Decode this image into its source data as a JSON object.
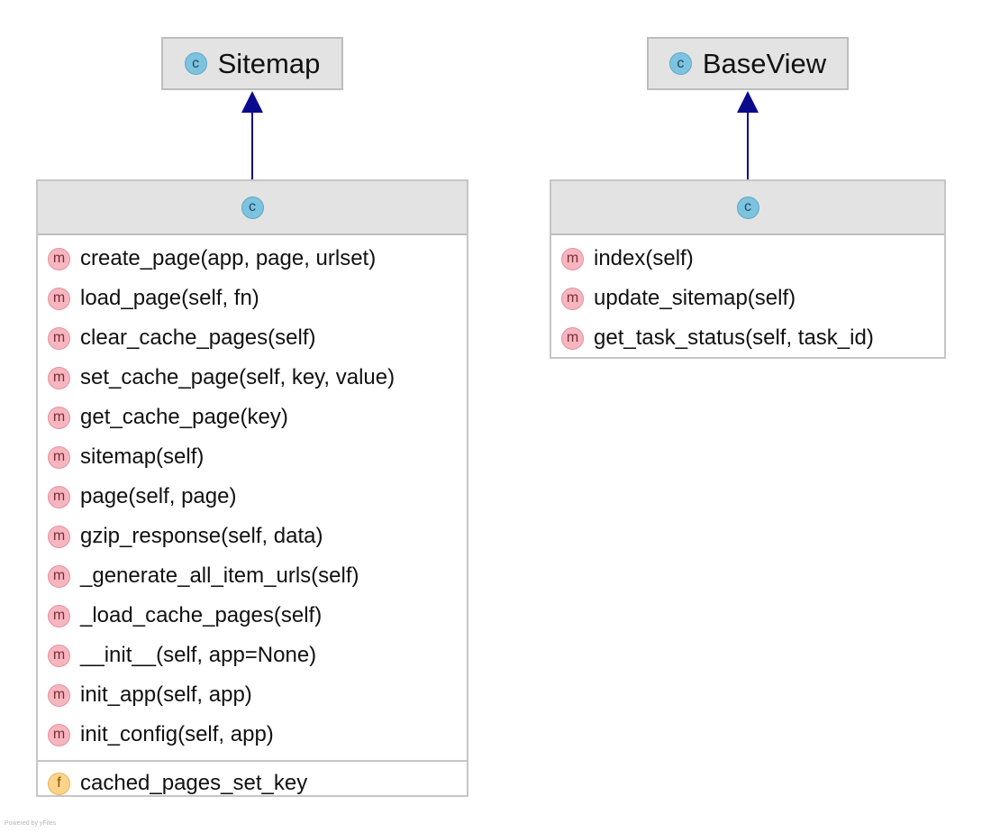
{
  "parents": {
    "sitemap": {
      "name": "Sitemap",
      "kind": "c"
    },
    "baseview": {
      "name": "BaseView",
      "kind": "c"
    }
  },
  "left_class": {
    "kind": "c",
    "methods": [
      "create_page(app, page, urlset)",
      "load_page(self, fn)",
      "clear_cache_pages(self)",
      "set_cache_page(self, key, value)",
      "get_cache_page(key)",
      "sitemap(self)",
      "page(self, page)",
      "gzip_response(self, data)",
      "_generate_all_item_urls(self)",
      "_load_cache_pages(self)",
      "__init__(self, app=None)",
      "init_app(self, app)",
      "init_config(self, app)"
    ],
    "method_kind": "m",
    "fields": [
      "cached_pages_set_key"
    ],
    "field_kind": "f"
  },
  "right_class": {
    "kind": "c",
    "methods": [
      "index(self)",
      "update_sitemap(self)",
      "get_task_status(self, task_id)"
    ],
    "method_kind": "m"
  },
  "footer": "Powered by yFiles",
  "colors": {
    "class_badge": "#7dc3df",
    "method_badge": "#f6b6c0",
    "field_badge": "#ffd38a",
    "arrow": "#0a0a8c",
    "header_fill": "#e3e3e3"
  }
}
